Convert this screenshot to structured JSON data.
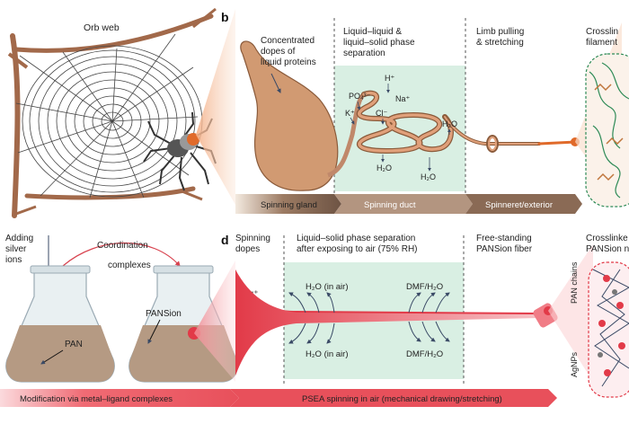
{
  "panel_top": {
    "orb_web_label": "Orb web",
    "panel_letter": "b",
    "dopes_label": [
      "Concentrated",
      "dopes of",
      "liquid proteins"
    ],
    "separation_label": [
      "Liquid–liquid &",
      "liquid–solid phase",
      "separation"
    ],
    "pulling_label": [
      "Limb pulling",
      "& stretching"
    ],
    "crosslink_label": [
      "Crosslin",
      "filament"
    ],
    "ions": {
      "h": "H⁺",
      "po4": "PO₄³⁻",
      "na": "Na⁺",
      "k": "K⁺",
      "cl": "Cl⁻",
      "h2o": "H₂O"
    },
    "stage_bar": [
      "Spinning gland",
      "Spinning duct",
      "Spinneret/exterior"
    ]
  },
  "panel_bottom": {
    "adding_label": [
      "Adding",
      "silver",
      "ions"
    ],
    "coordination_label": [
      "Coordination",
      "complexes"
    ],
    "pansion_label": "PANSion",
    "pan_label": "PAN",
    "panel_letter": "d",
    "spinning_dopes_label": [
      "Spinning",
      "dopes"
    ],
    "ag_label": "Ag⁺",
    "separation_label": [
      "Liquid–solid phase separation",
      "after exposing to air (75% RH)"
    ],
    "free_standing_label": [
      "Free-standing",
      "PANSion fiber"
    ],
    "crosslinked_label": [
      "Crosslinke",
      "PANSion n"
    ],
    "water_label": "H₂O (in air)",
    "dmf_label": "DMF/H₂O",
    "pan_chains_label": "PAN chains",
    "agnps_label": "AgNPs",
    "bar_left": "Modification via metal–ligand complexes",
    "bar_right": "PSEA spinning in air (mechanical drawing/stretching)"
  },
  "colors": {
    "duct_fill": "#d9efe3",
    "gland": "#d19a72",
    "gland_edge": "#8a5a3a",
    "stage_bar_dark": "#8a6a55",
    "stage_bar_light": "#c9b39f",
    "bottom_bar": "#e8505b",
    "funnel_red": "#e23a48",
    "branch": "#a2694a"
  }
}
